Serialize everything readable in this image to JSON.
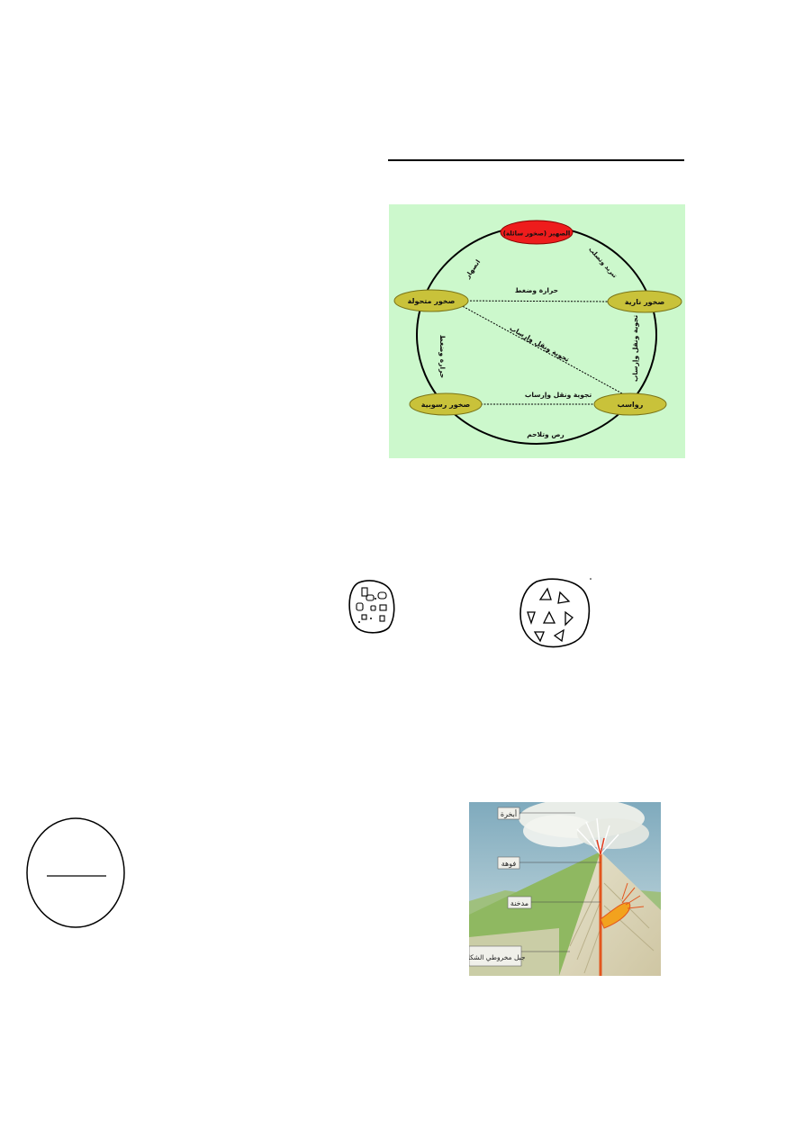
{
  "rock_cycle": {
    "nodes": {
      "magma": "الصهير (صخور سائلة)",
      "igneous": "صخور نارية",
      "metamorphic": "صخور متحولة",
      "sediments": "رواسب",
      "sedimentary": "صخور رسوبية"
    },
    "edges": {
      "metamorphic_to_magma": "انصهار",
      "magma_to_igneous": "تبريد وتصلب",
      "igneous_to_metamorphic": "حرارة وضغط",
      "igneous_to_sediments": "تجوية ونقل وإرساب",
      "metamorphic_to_sediments": "تجوية ونقل وإرساب",
      "sediments_to_sedimentary": "تجوية ونقل وإرساب",
      "sedimentary_to_metamorphic": "حرارة وضغط",
      "sediments_bottom": "رص وتلاحم"
    },
    "colors": {
      "background": "#ccf8cc",
      "magma": "#ee1c1c",
      "rock_node": "#c9c23a"
    }
  },
  "volcano": {
    "labels": {
      "gases": "أبخرة",
      "crater": "فوهة",
      "vent": "مدخنة",
      "cone": "جبل مخروطي الشكل"
    }
  }
}
